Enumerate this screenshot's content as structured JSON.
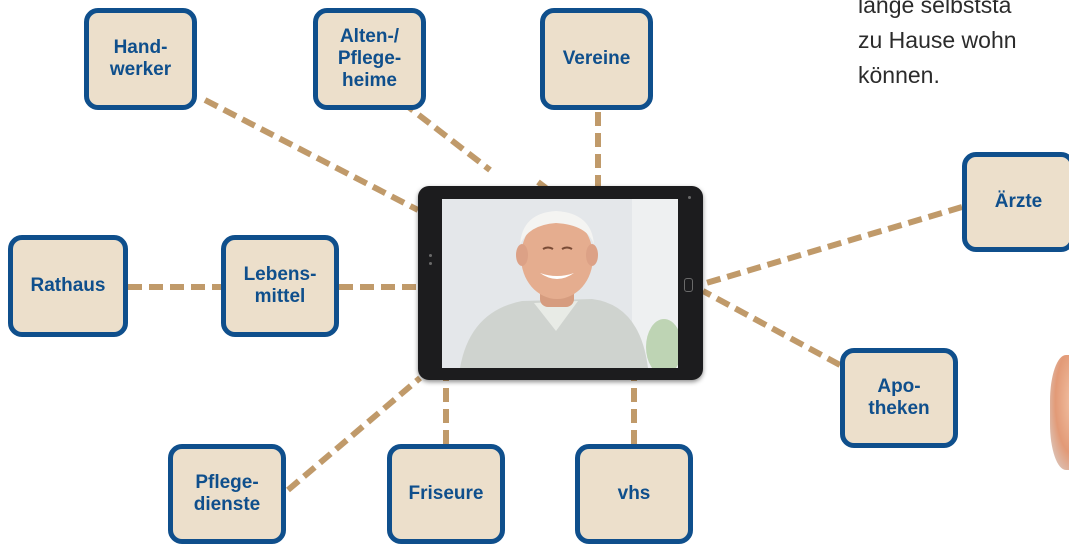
{
  "colors": {
    "box_fill": "#ecdfcb",
    "box_border": "#0f4f8c",
    "box_text": "#0f4f8c",
    "connector": "#c09a6a",
    "tablet_frame": "#1c1c1e"
  },
  "nodes": [
    {
      "id": "handwerker",
      "label": "Hand-\nwerker"
    },
    {
      "id": "altenheime",
      "label": "Alten-/\nPflege-\nheime"
    },
    {
      "id": "vereine",
      "label": "Vereine"
    },
    {
      "id": "aerzte",
      "label": "Ärzte"
    },
    {
      "id": "rathaus",
      "label": "Rathaus"
    },
    {
      "id": "lebensmittel",
      "label": "Lebens-\nmittel"
    },
    {
      "id": "apotheken",
      "label": "Apo-\ntheken"
    },
    {
      "id": "pflegedienste",
      "label": "Pflege-\ndienste"
    },
    {
      "id": "friseure",
      "label": "Friseure"
    },
    {
      "id": "vhs",
      "label": "vhs"
    }
  ],
  "center": {
    "name": "tablet",
    "image": "elderly-man-video-call-photo"
  },
  "text_block": {
    "lines": [
      "lange selbststä",
      "zu Hause wohn",
      "können."
    ]
  },
  "corner_image": "partial-person-photo"
}
